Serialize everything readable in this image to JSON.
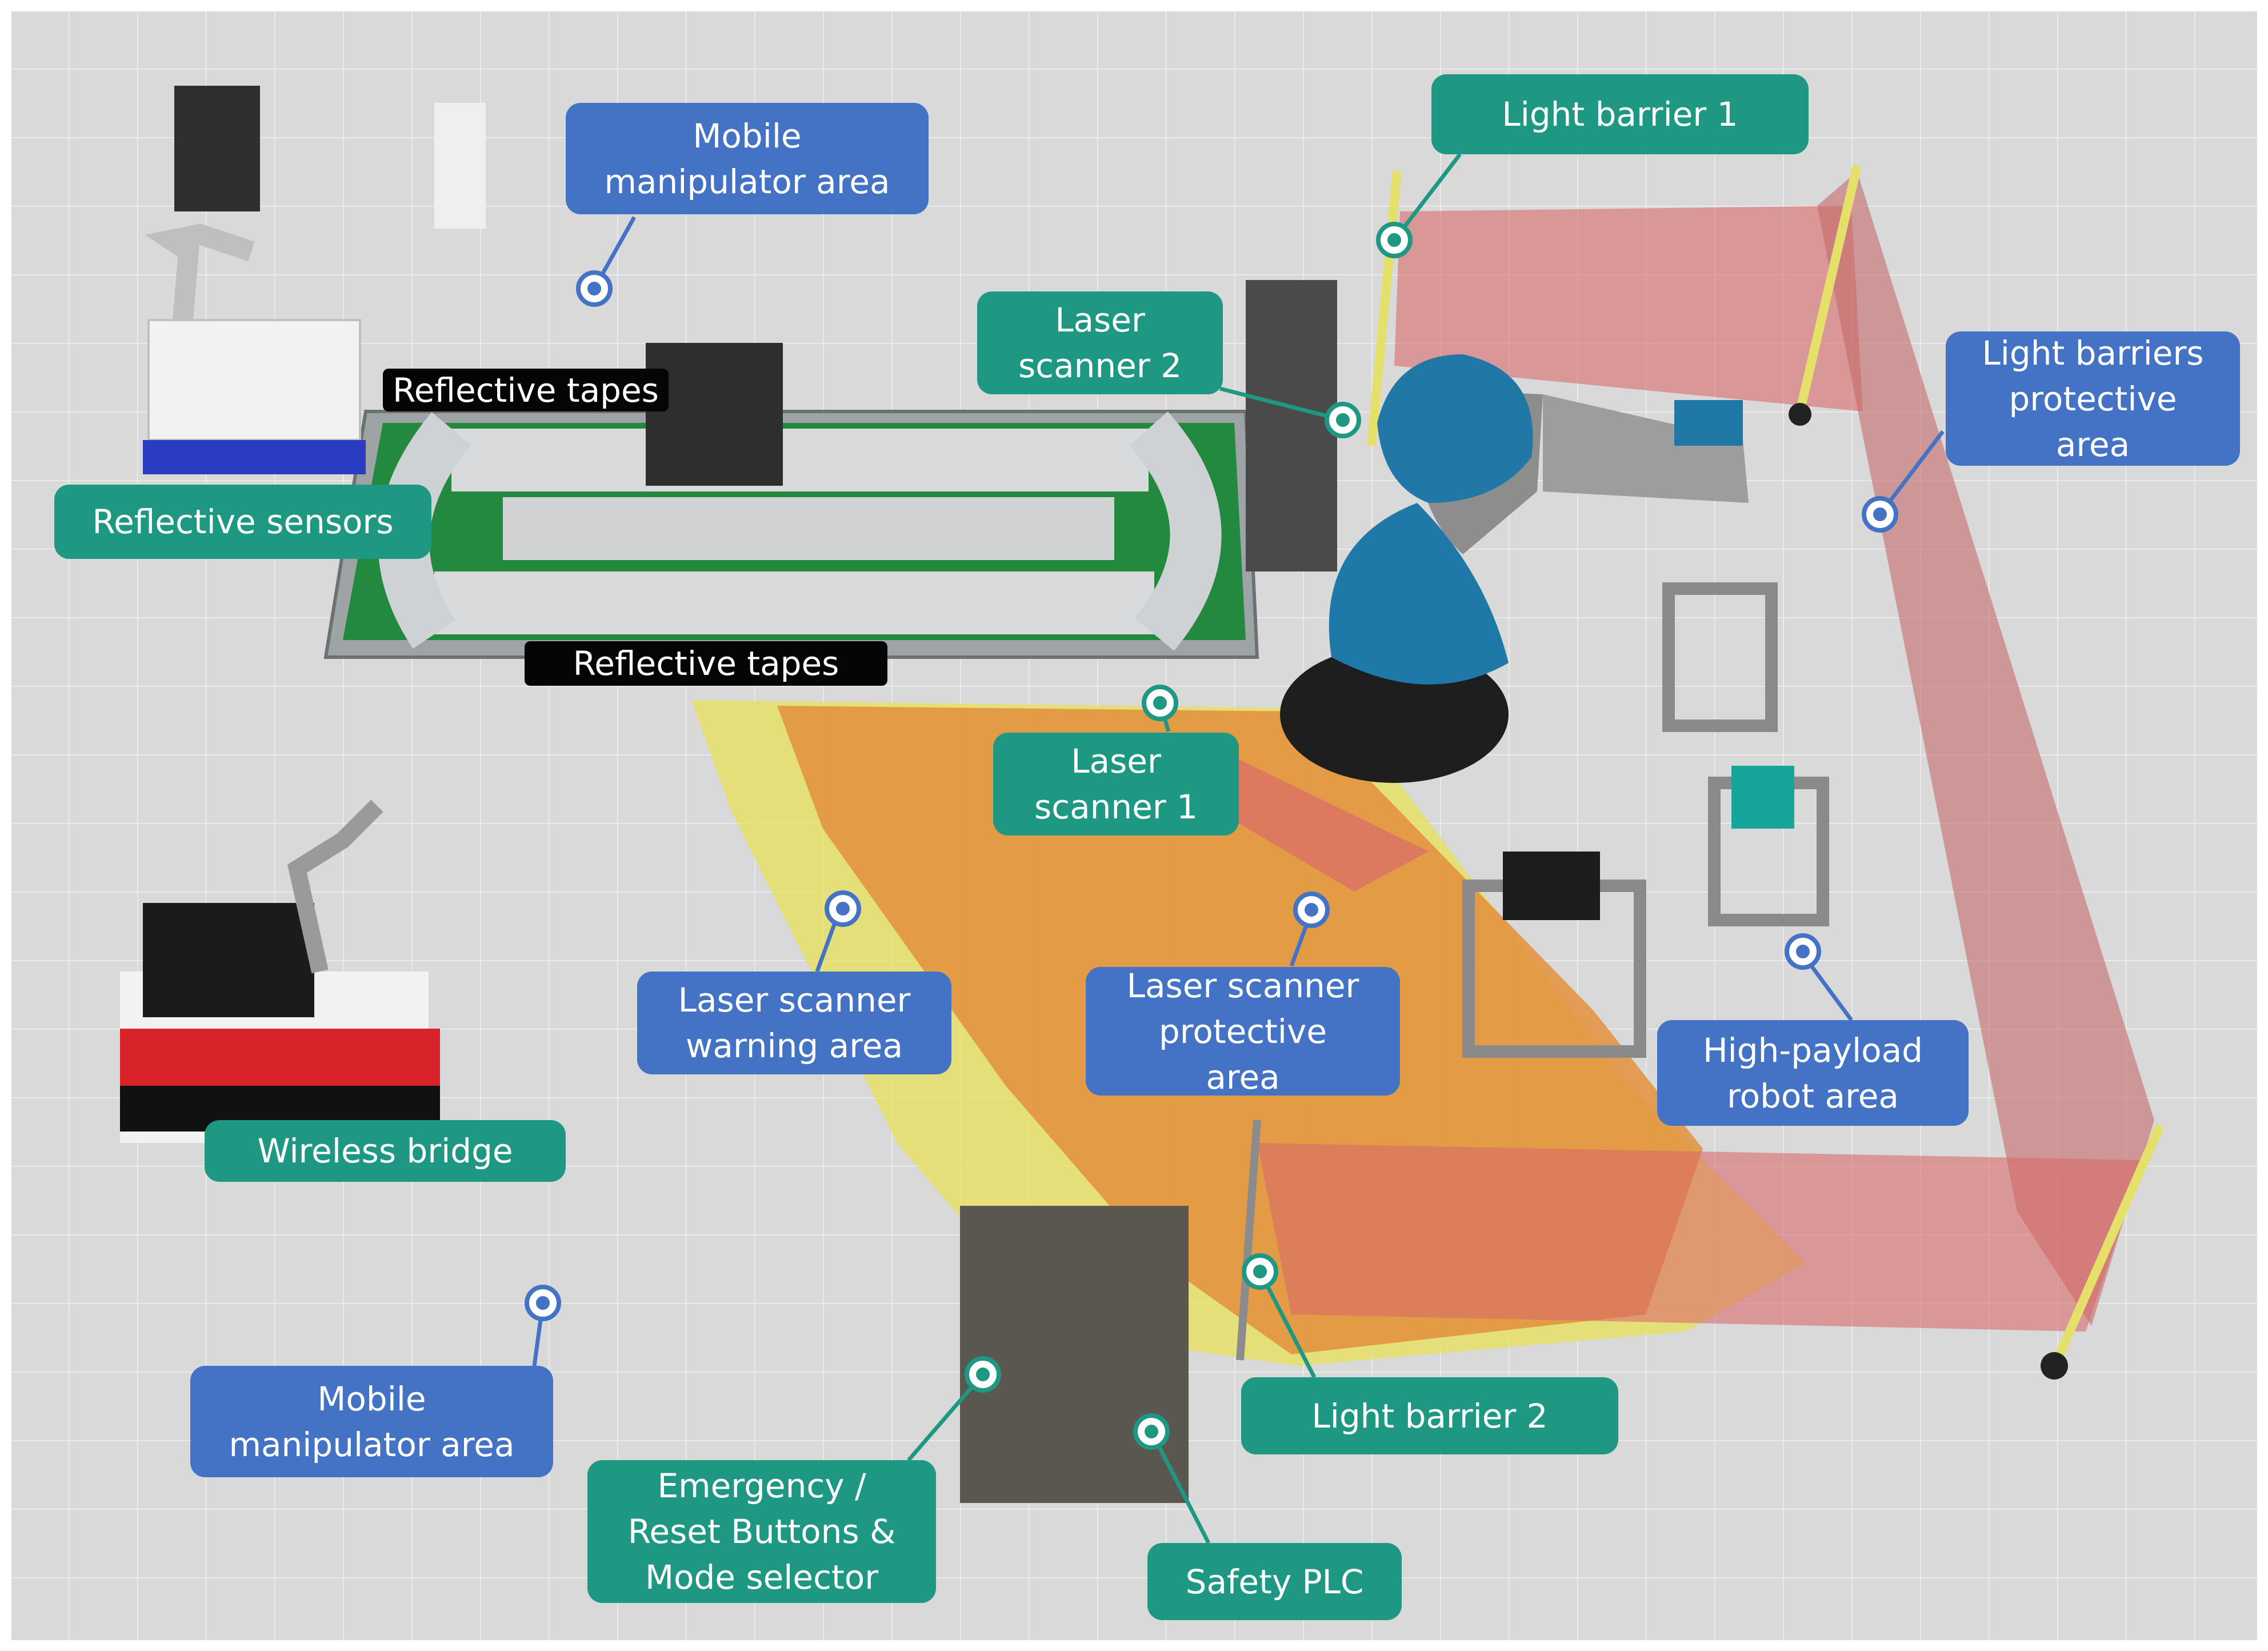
{
  "labels": {
    "mobile_manipulator_area_top": "Mobile\nmanipulator area",
    "light_barrier_1": "Light barrier 1",
    "laser_scanner_2": "Laser\nscanner 2",
    "light_barriers_protective_area": "Light barriers\nprotective\narea",
    "reflective_tapes_top": "Reflective tapes",
    "reflective_sensors": "Reflective sensors",
    "reflective_tapes_bottom": "Reflective tapes",
    "laser_scanner_1": "Laser\nscanner 1",
    "laser_scanner_warning_area": "Laser scanner\nwarning area",
    "laser_scanner_protective_area": "Laser scanner\nprotective\narea",
    "high_payload_robot_area": "High-payload\nrobot area",
    "wireless_bridge": "Wireless bridge",
    "mobile_manipulator_area_bottom": "Mobile\nmanipulator area",
    "emergency_reset_buttons": "Emergency /\nReset Buttons &\nMode selector",
    "light_barrier_2": "Light barrier 2",
    "safety_plc": "Safety PLC"
  },
  "colors": {
    "blue_callout": "#4472c4",
    "teal_callout": "#1e9883",
    "floor": "#d9d9d9",
    "warning_zone": "#e8e05a",
    "protective_zone": "#e3913c",
    "light_barrier_zone": "#d96b6b"
  }
}
